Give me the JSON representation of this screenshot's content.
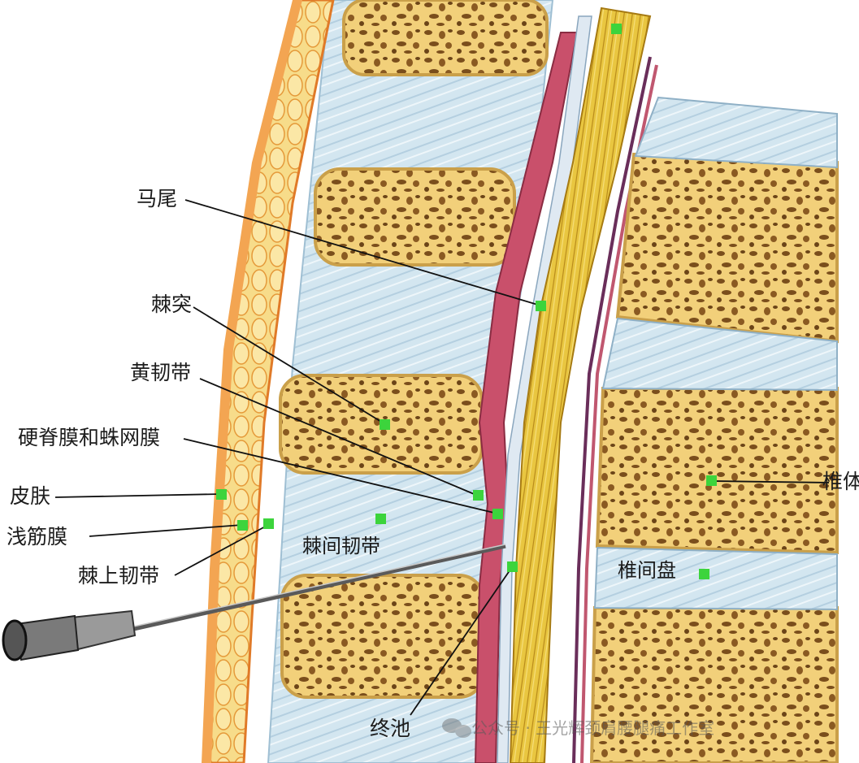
{
  "labels": {
    "cauda_equina": "马尾",
    "spinous_process": "棘突",
    "ligamentum_flavum": "黄韧带",
    "dura_arachnoid": "硬脊膜和蛛网膜",
    "skin": "皮肤",
    "superficial_fascia": "浅筋膜",
    "supraspinous_ligament": "棘上韧带",
    "interspinous_ligament": "棘间韧带",
    "vertebral_body": "椎体",
    "intervertebral_disc": "椎间盘",
    "terminal_cistern": "终池"
  },
  "watermark": "公众号 · 王光辉颈肩腰腿痛工作室",
  "colors": {
    "bone_yellow": "#f5d77e",
    "bone_spots": "#7a4e1c",
    "disc_blue": "#cfe3ee",
    "skin_orange": "#f0a24a",
    "dura_red": "#c8506a",
    "nerve_yellow": "#e8c23a",
    "marker_green": "#3cd43c"
  },
  "icons": [
    "needle-icon",
    "wechat-icon"
  ]
}
